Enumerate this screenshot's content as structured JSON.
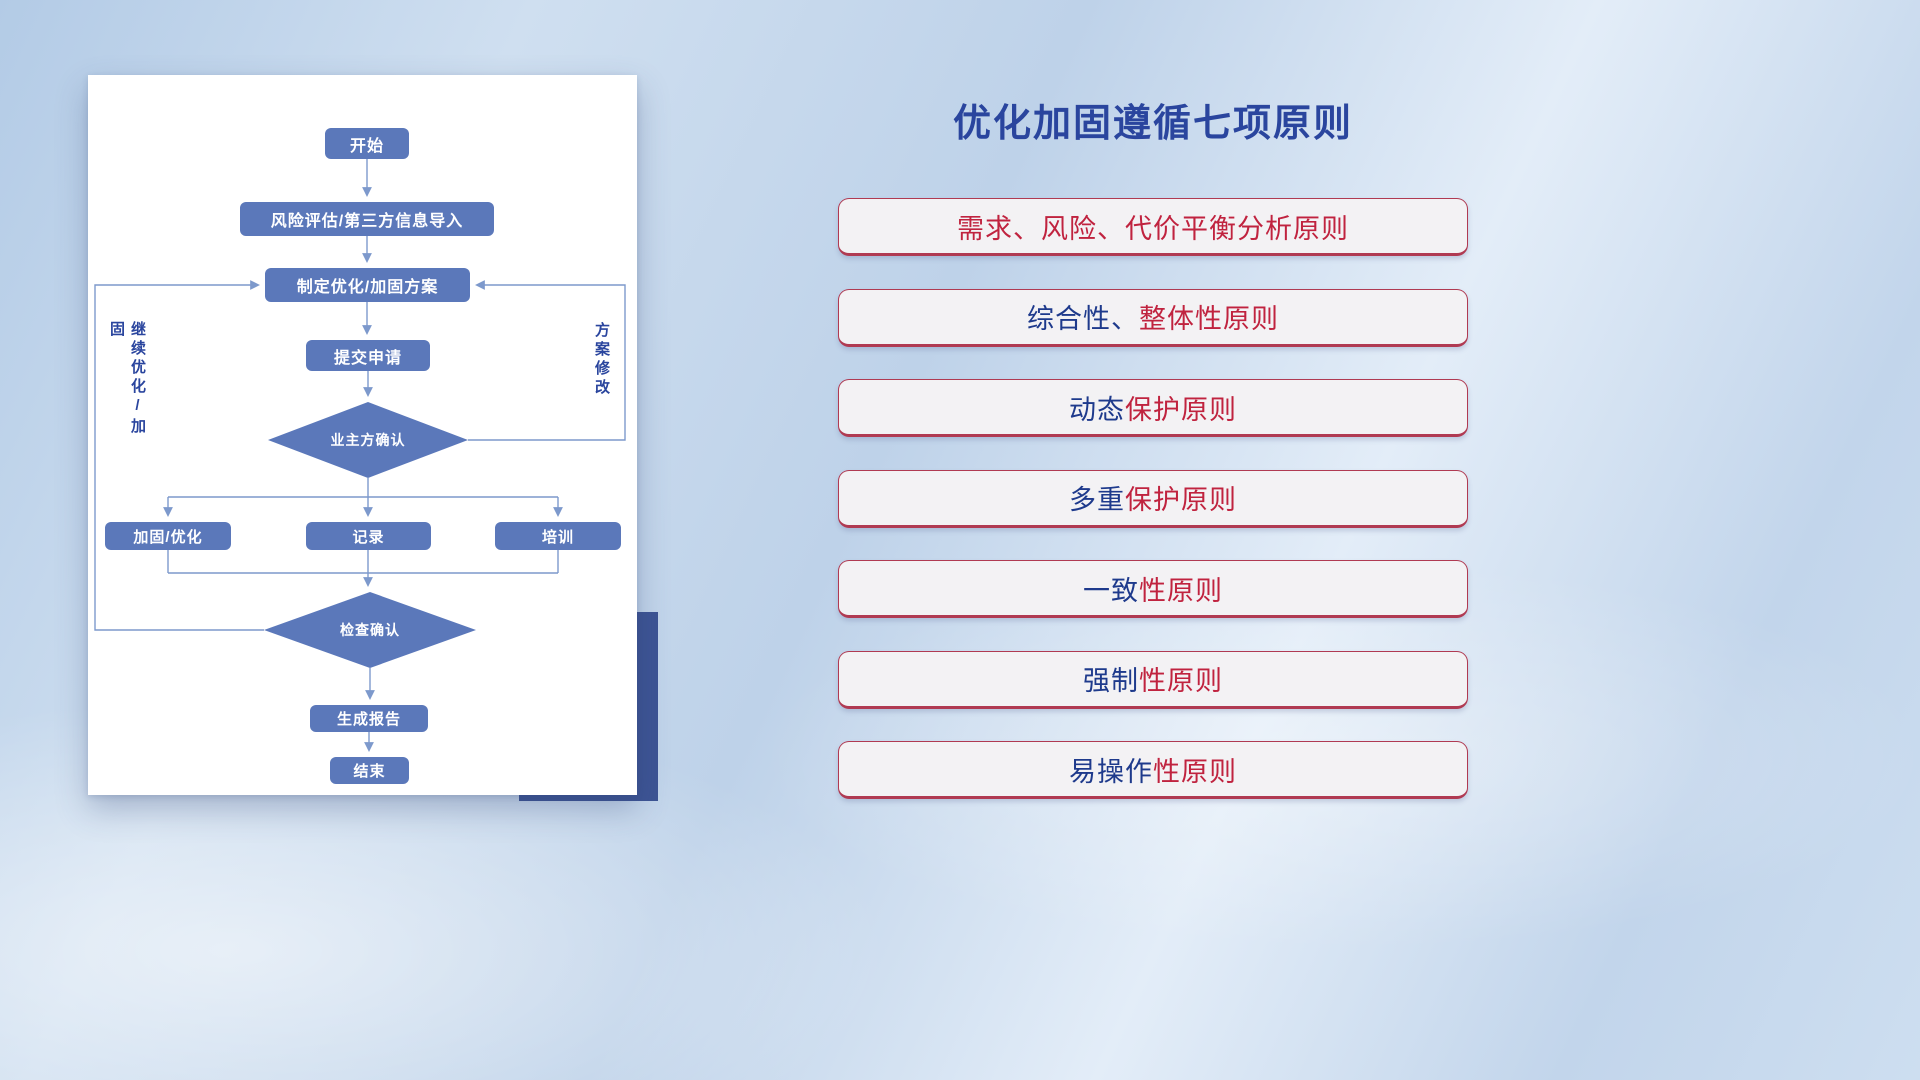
{
  "slide": {
    "title": "优化加固遵循七项原则"
  },
  "flowchart": {
    "nodes": {
      "start": "开始",
      "risk_import": "风险评估/第三方信息导入",
      "make_plan": "制定优化/加固方案",
      "submit": "提交申请",
      "owner_confirm": "业主方确认",
      "reinforce": "加固/优化",
      "record": "记录",
      "train": "培训",
      "check_confirm": "检查确认",
      "report": "生成报告",
      "end": "结束"
    },
    "edge_labels": {
      "continue_optimize": "继续优化/加固",
      "plan_modify": "方案修改"
    }
  },
  "principles": [
    {
      "segments": [
        {
          "text": "需求、风险、代价平衡分析原则",
          "color": "red"
        }
      ]
    },
    {
      "segments": [
        {
          "text": "综合性、",
          "color": "blue"
        },
        {
          "text": "整体性原则",
          "color": "red"
        }
      ]
    },
    {
      "segments": [
        {
          "text": "动态",
          "color": "blue"
        },
        {
          "text": "保护原则",
          "color": "red"
        }
      ]
    },
    {
      "segments": [
        {
          "text": "多重",
          "color": "blue"
        },
        {
          "text": "保护原则",
          "color": "red"
        }
      ]
    },
    {
      "segments": [
        {
          "text": "一致",
          "color": "blue"
        },
        {
          "text": "性原则",
          "color": "red"
        }
      ]
    },
    {
      "segments": [
        {
          "text": "强制",
          "color": "blue"
        },
        {
          "text": "性原则",
          "color": "red"
        }
      ]
    },
    {
      "segments": [
        {
          "text": "易操作",
          "color": "blue"
        },
        {
          "text": "性原则",
          "color": "red"
        }
      ]
    }
  ],
  "colors": {
    "flow-blue": "#5b78ba",
    "flow-line": "#7d99cc",
    "navy": "#2a459e",
    "text-blue": "#1e3a8c",
    "text-red": "#c0233f",
    "principle-bg": "#f3f2f4",
    "principle-border": "#b03a52",
    "accent-rect": "#3d5494"
  }
}
